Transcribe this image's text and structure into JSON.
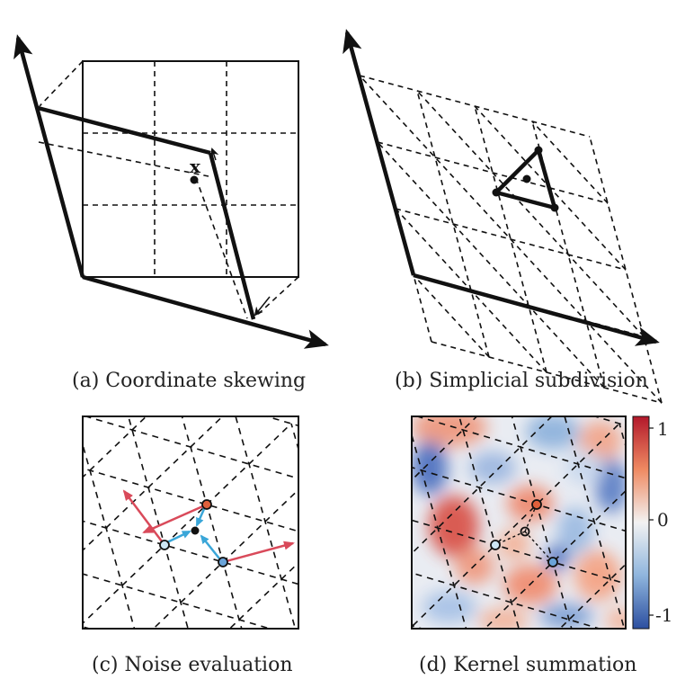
{
  "panels": {
    "a": {
      "caption": "(a) Coordinate skewing",
      "point_label": "x"
    },
    "b": {
      "caption": "(b) Simplicial subdivision"
    },
    "c": {
      "caption": "(c) Noise evaluation"
    },
    "d": {
      "caption": "(d) Kernel summation"
    }
  },
  "colorbar": {
    "ticks": [
      "1",
      "0",
      "-1"
    ],
    "colors": {
      "high": "#b2182b",
      "mid": "#f2f2f2",
      "low": "#2c4fa0"
    }
  },
  "colors": {
    "gradient_red": "#d94a5a",
    "gradient_blue": "#3aa6d8",
    "vertex_red": "#e0603c",
    "vertex_light": "#cde6f4",
    "vertex_mid": "#6aa3d8"
  }
}
